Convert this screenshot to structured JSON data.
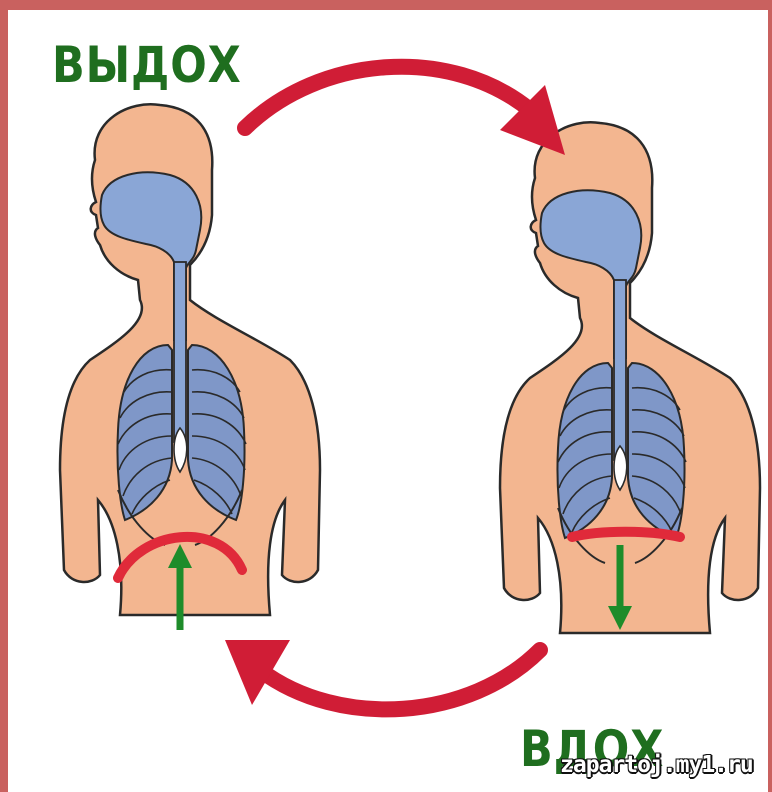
{
  "labels": {
    "exhale": "ВЫДОХ",
    "inhale": "ВДОХ"
  },
  "watermark": "zapartoj.my1.ru",
  "colors": {
    "border": "#c9615f",
    "skin": "#f3b690",
    "outline": "#2a2a2a",
    "lungs": "#7f97c8",
    "airway": "#8aa6d6",
    "diaphragm": "#e02a3a",
    "cycle_arrow": "#d01d36",
    "motion_arrow": "#1e8c2a",
    "label_text": "#1f6e1f"
  },
  "figures": [
    {
      "state": "exhale",
      "diaphragm_shape": "domed",
      "motion": "up"
    },
    {
      "state": "inhale",
      "diaphragm_shape": "flat",
      "motion": "down"
    }
  ]
}
